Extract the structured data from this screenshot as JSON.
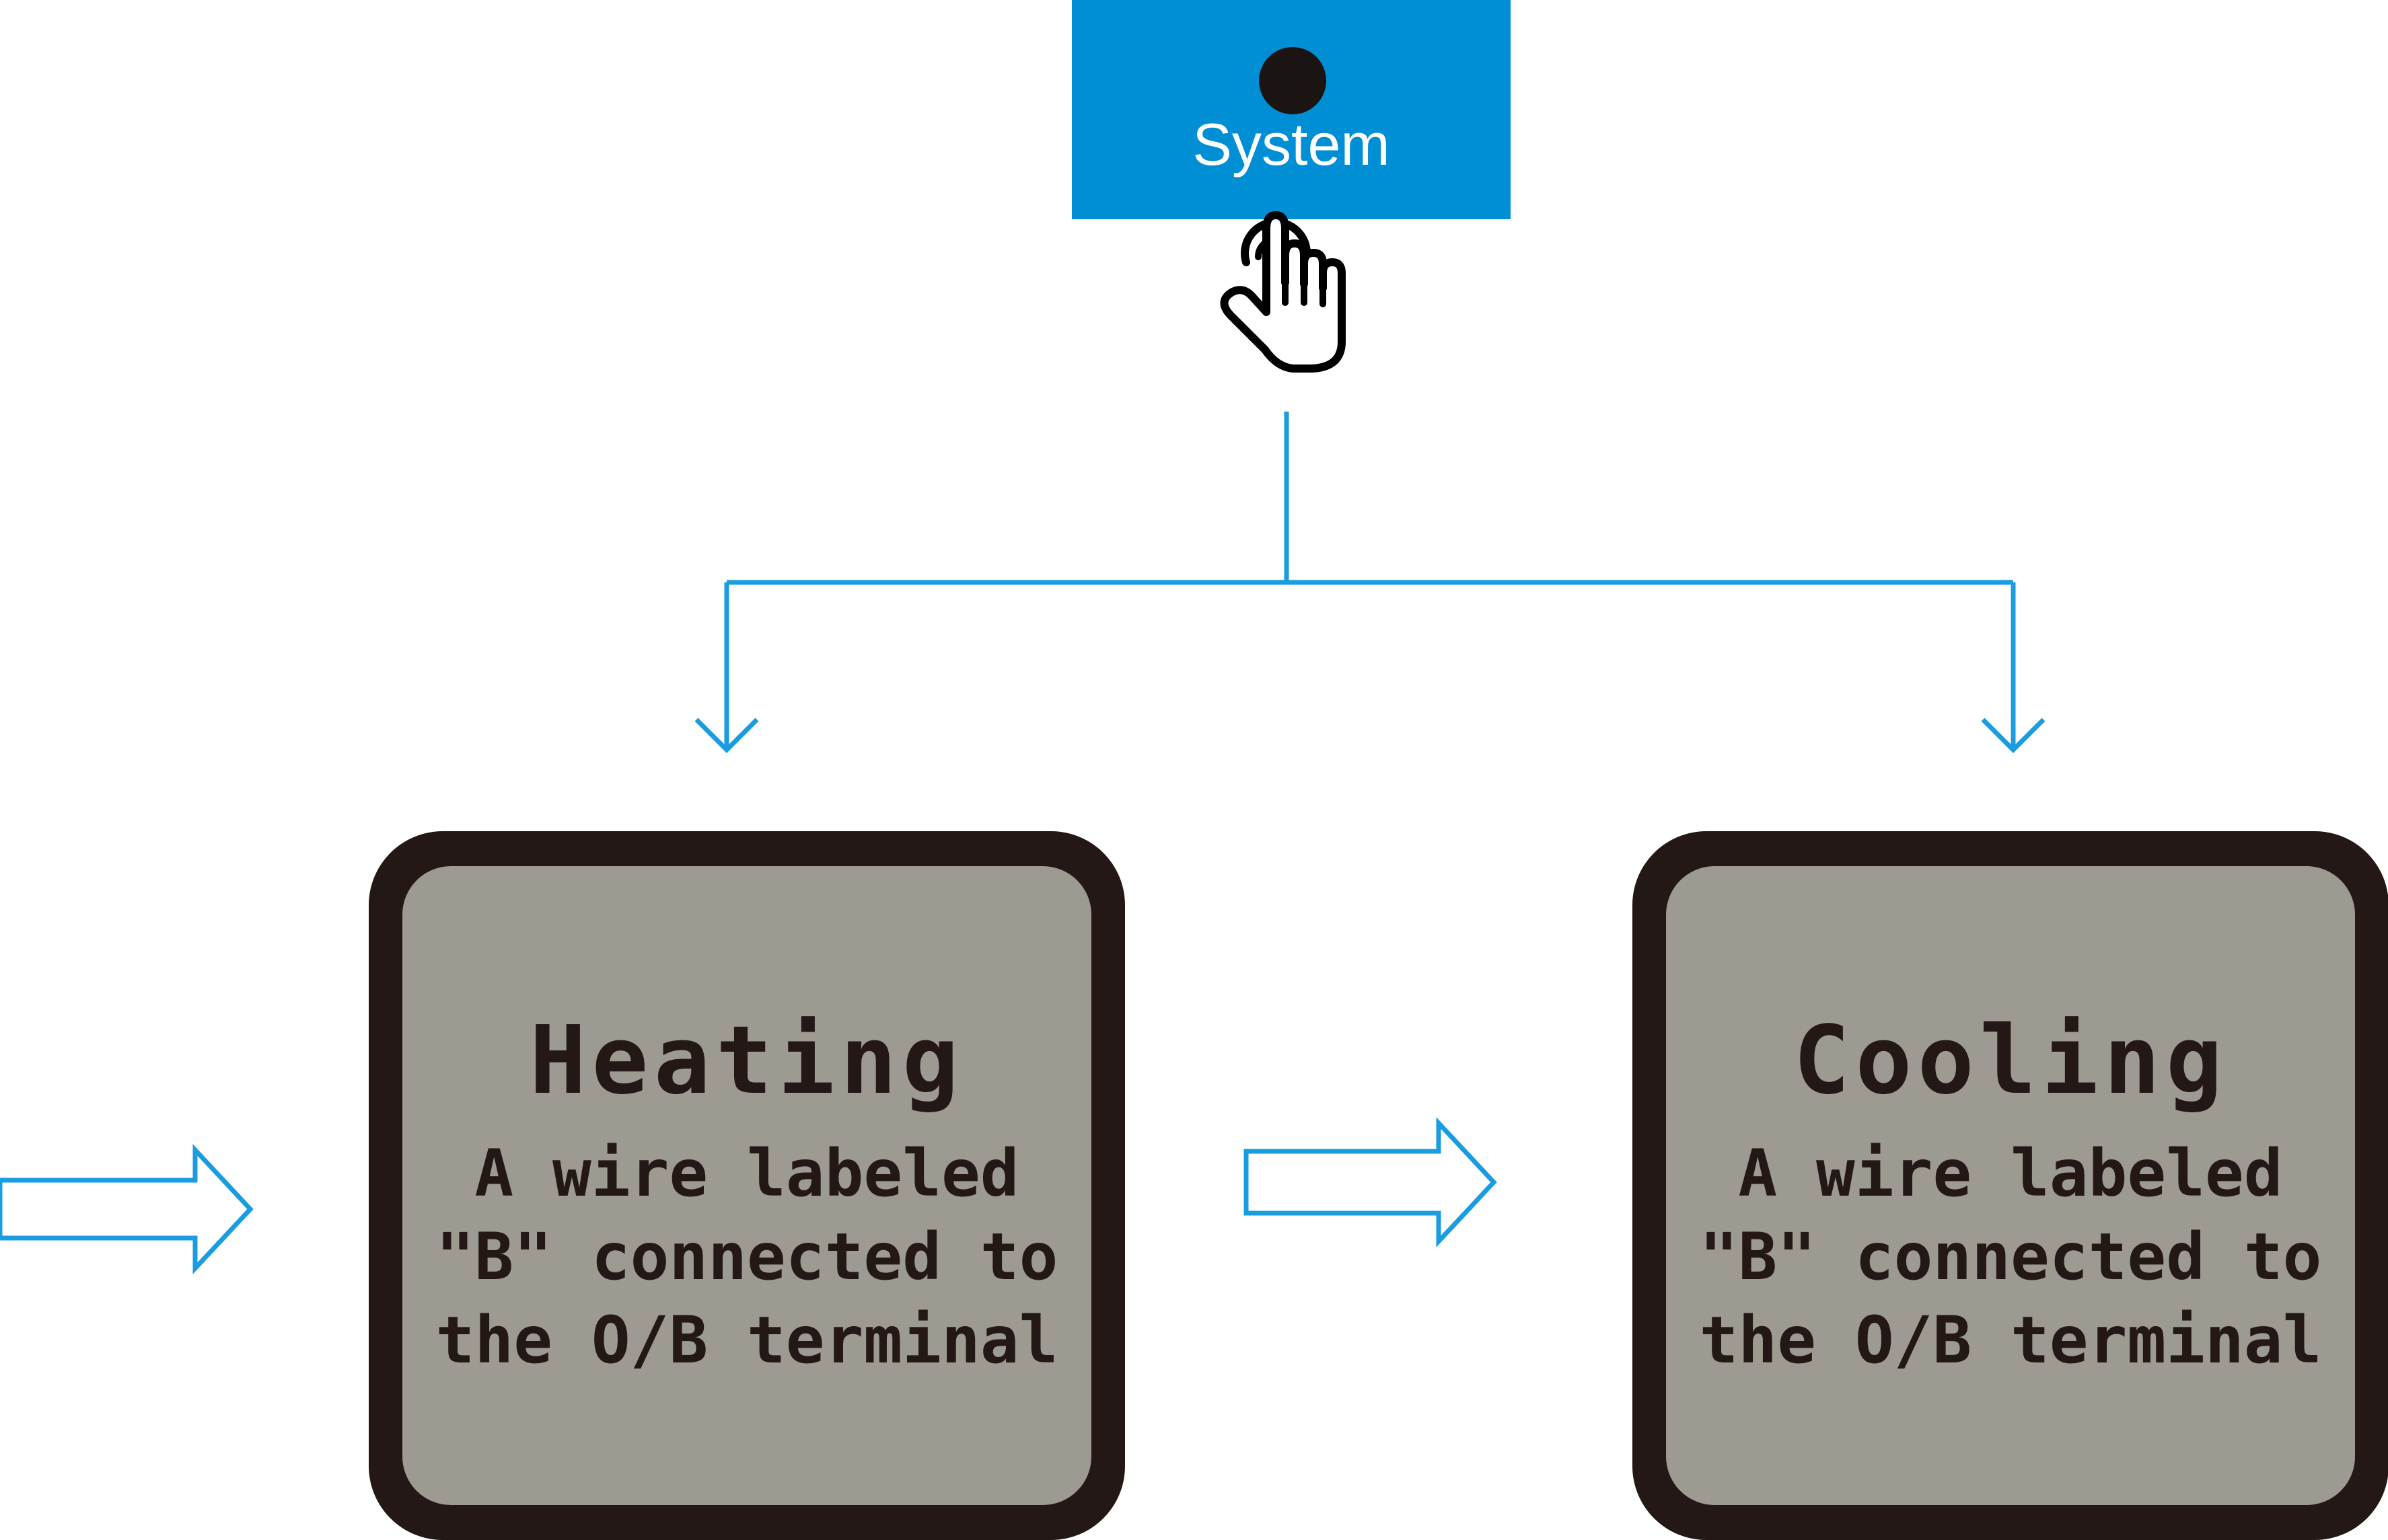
{
  "system_button": {
    "label": "System"
  },
  "heating_screen": {
    "title": "Heating",
    "lines": "A wire labeled\n\"B\" connected to\nthe O/B terminal"
  },
  "cooling_screen": {
    "title": "Cooling",
    "lines": "A wire labeled\n\"B\" connected to\nthe O/B terminal"
  },
  "colors": {
    "accent_blue": "#008fd5",
    "arrow_blue": "#1a9de0",
    "frame": "#231815",
    "lcd_background": "#9c9a91"
  }
}
